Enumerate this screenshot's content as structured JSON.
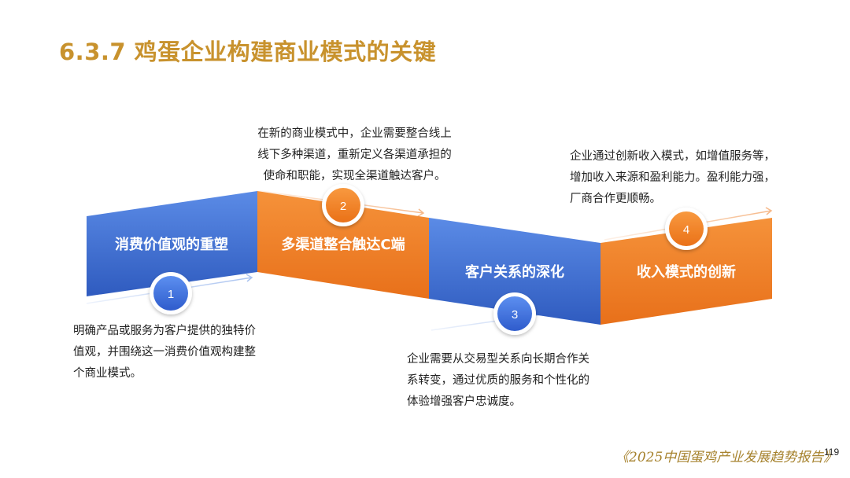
{
  "title": "6.3.7 鸡蛋企业构建商业模式的关键",
  "steps": [
    {
      "number": "1",
      "label": "消费价值观的重塑",
      "description": [
        "明确产品或服务为客户提供的独特价",
        "值观，并围绕这一消费价值观构建整",
        "个商业模式。"
      ]
    },
    {
      "number": "2",
      "label": "多渠道整合触达C端",
      "description": [
        "在新的商业模式中，企业需要整合线上",
        "线下多种渠道，重新定义各渠道承担的",
        "使命和职能，实现全渠道触达客户。"
      ]
    },
    {
      "number": "3",
      "label": "客户关系的深化",
      "description": [
        "企业需要从交易型关系向长期合作关",
        "系转变，通过优质的服务和个性化的",
        "体验增强客户忠诚度。"
      ]
    },
    {
      "number": "4",
      "label": "收入模式的创新",
      "description": [
        "企业通过创新收入模式，如增值服务等，",
        "增加收入来源和盈利能力。盈利能力强，",
        "厂商合作更顺畅。"
      ]
    }
  ],
  "colors": {
    "title": "#c8922d",
    "blue": "#3f6fcf",
    "orange": "#ef7d22",
    "footer": "#a6822d"
  },
  "footer": {
    "report": "《2025中国蛋鸡产业发展趋势报告》",
    "page": "119"
  }
}
